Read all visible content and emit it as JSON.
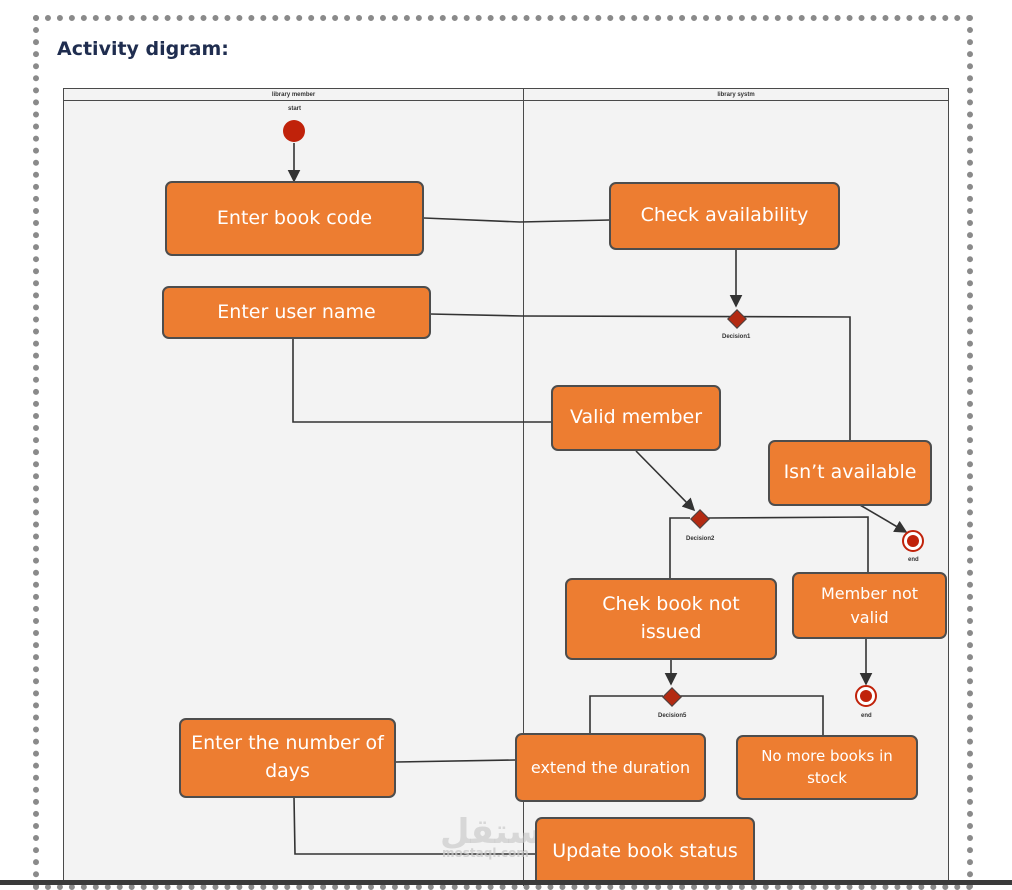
{
  "heading": "Activity digram:",
  "lanes": [
    "library member",
    "library systm"
  ],
  "start_label": "start",
  "activities": {
    "enter_book_code": "Enter book code",
    "check_availability": "Check availability",
    "enter_user_name": "Enter user name",
    "valid_member": "Valid member",
    "isnt_available": "Isn’t available",
    "chek_book_not_issued": "Chek book not issued",
    "member_not_valid": "Member not valid",
    "enter_number_of_days": "Enter the number of days",
    "extend_duration": "extend the duration",
    "no_more_books": "No more books in stock",
    "update_book_status": "Update book status"
  },
  "decisions": {
    "d1": "Decision1",
    "d2": "Decision2",
    "d5": "Decision5"
  },
  "end_label": "end",
  "watermark": {
    "arabic": "مستقل",
    "latin": "mostaql.com"
  },
  "colors": {
    "activity_fill": "#ed7d31",
    "node_red": "#c0220a"
  }
}
